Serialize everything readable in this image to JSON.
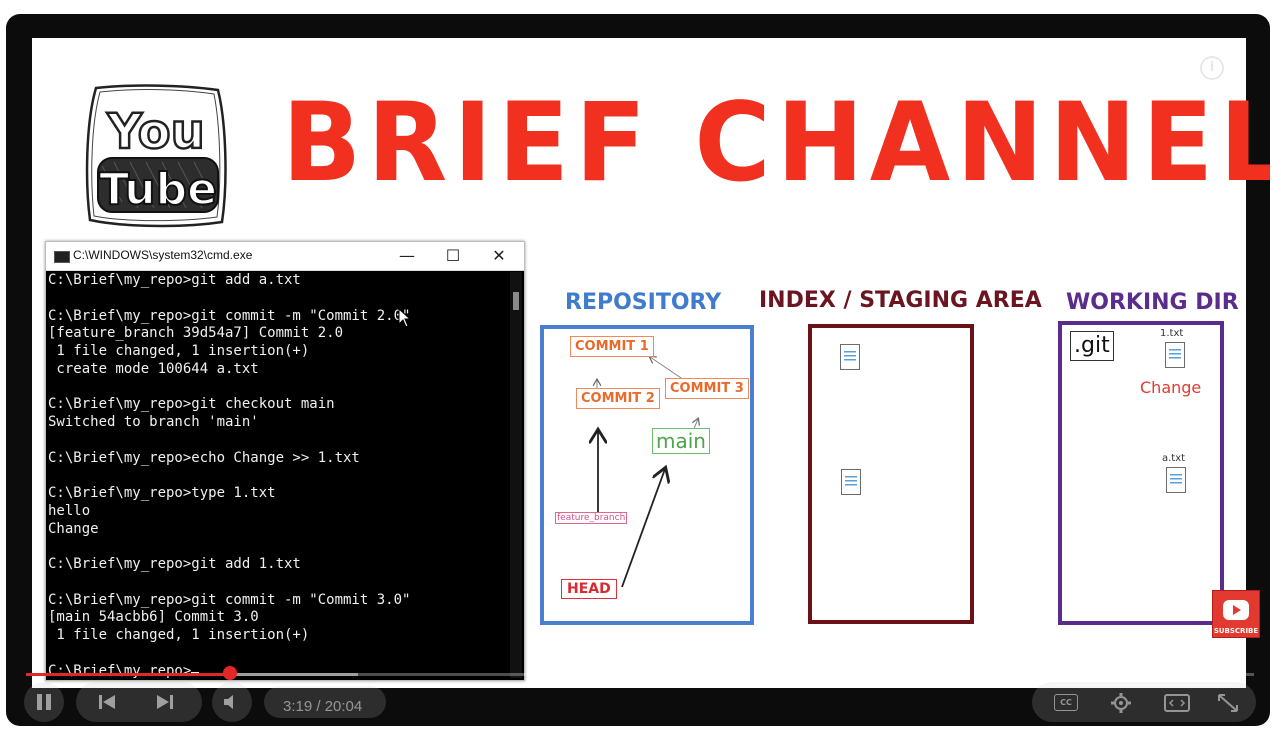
{
  "slide": {
    "brand_title": "BRIEF CHANNEL",
    "logo_text_top": "You",
    "logo_text_bottom": "Tube",
    "info_icon_text": "i"
  },
  "cmd": {
    "title": "C:\\WINDOWS\\system32\\cmd.exe",
    "minimize": "—",
    "maximize": "☐",
    "close": "✕",
    "lines": [
      "C:\\Brief\\my_repo>git add a.txt",
      "",
      "C:\\Brief\\my_repo>git commit -m \"Commit 2.0\"",
      "[feature_branch 39d54a7] Commit 2.0",
      " 1 file changed, 1 insertion(+)",
      " create mode 100644 a.txt",
      "",
      "C:\\Brief\\my_repo>git checkout main",
      "Switched to branch 'main'",
      "",
      "C:\\Brief\\my_repo>echo Change >> 1.txt",
      "",
      "C:\\Brief\\my_repo>type 1.txt",
      "hello",
      "Change",
      "",
      "C:\\Brief\\my_repo>git add 1.txt",
      "",
      "C:\\Brief\\my_repo>git commit -m \"Commit 3.0\"",
      "[main 54acbb6] Commit 3.0",
      " 1 file changed, 1 insertion(+)",
      "",
      "C:\\Brief\\my_repo>"
    ]
  },
  "diagram": {
    "repository_title": "REPOSITORY",
    "index_title": "INDEX / STAGING AREA",
    "working_dir_title": "WORKING DIR",
    "commit1": "COMMIT 1",
    "commit2": "COMMIT 2",
    "commit3": "COMMIT 3",
    "main": "main",
    "feature_branch": "feature_branch",
    "head": "HEAD",
    "git_folder": ".git",
    "file1": "1.txt",
    "file2": "a.txt",
    "change": "Change"
  },
  "subscribe": {
    "label": "SUBSCRIBE"
  },
  "player": {
    "time": "3:19 / 20:04",
    "progress_fraction": 0.166,
    "buffered_fraction": 0.27,
    "cc": "CC"
  },
  "colors": {
    "brand_red": "#f2301f",
    "repo_blue": "#4a7fcf",
    "index_maroon": "#6b1219",
    "working_purple": "#5a2d8c",
    "progress_red": "#e02828"
  }
}
